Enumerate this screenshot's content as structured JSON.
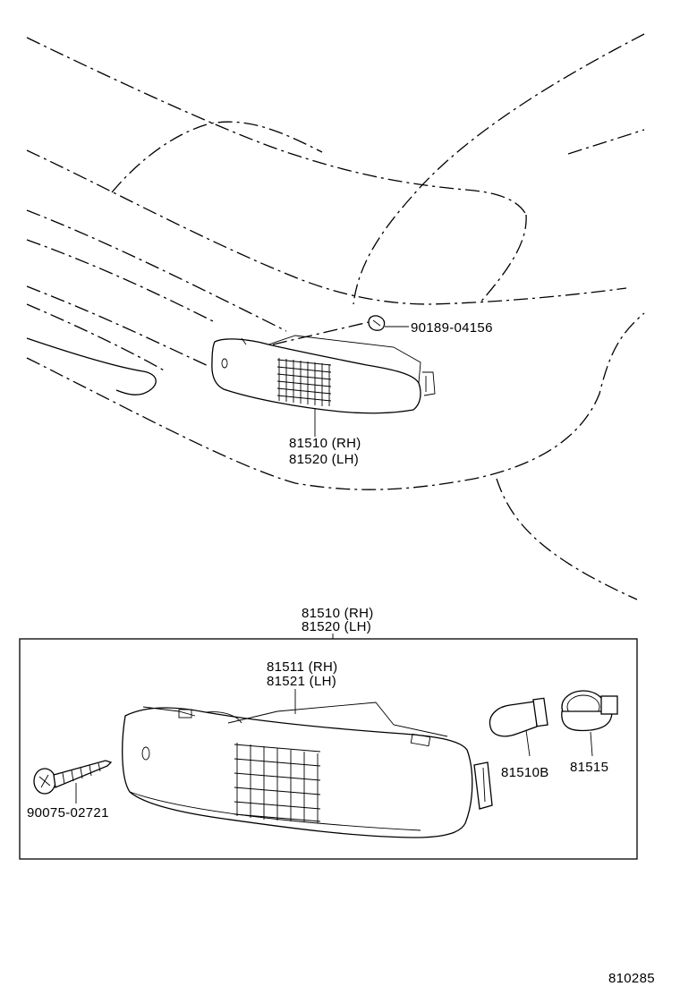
{
  "labels": {
    "clip_part": "90189-04156",
    "upper_lamp_rh": "81510 (RH)",
    "upper_lamp_lh": "81520 (LH)",
    "box_title_rh": "81510 (RH)",
    "box_title_lh": "81520 (LH)",
    "lens_rh": "81511 (RH)",
    "lens_lh": "81521 (LH)",
    "screw_part": "90075-02721",
    "bulb_part": "81510B",
    "socket_part": "81515",
    "diagram_id": "810285"
  },
  "colors": {
    "line": "#000000",
    "background": "#ffffff"
  }
}
